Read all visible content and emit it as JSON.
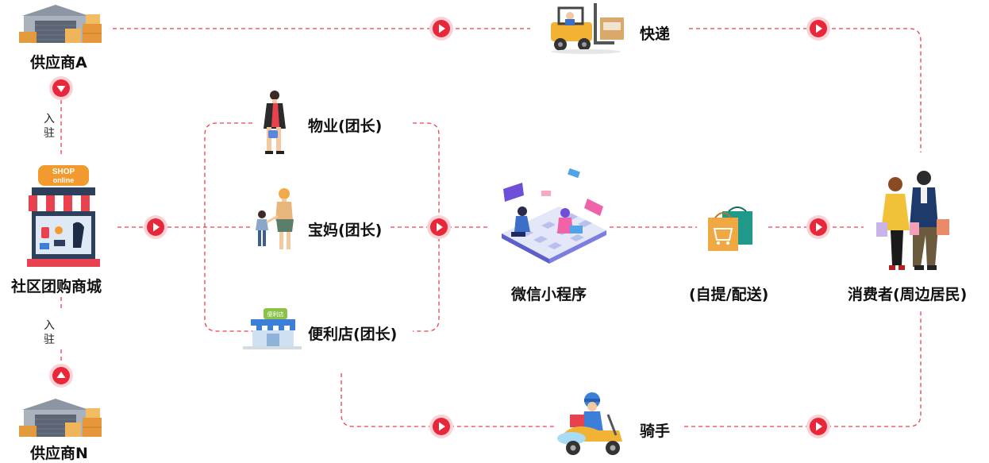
{
  "nodes": {
    "supplier_a": "供应商A",
    "supplier_n": "供应商N",
    "mall": "社区团购商城",
    "property": "物业(团长)",
    "mom": "宝妈(团长)",
    "store": "便利店(团长)",
    "miniprogram": "微信小程序",
    "pickup": "(自提/配送)",
    "consumer": "消费者(周边居民)",
    "express": "快递",
    "rider": "骑手"
  },
  "links": {
    "join_top": "入驻",
    "join_bottom": "入驻"
  },
  "icons": {
    "shop_sign_top": "SHOP",
    "shop_sign_bottom": "online",
    "store_sign": "便利店"
  },
  "colors": {
    "line": "#e8424f",
    "arrow": "#e8283a",
    "arrow_halo": "#fbd3d7"
  }
}
